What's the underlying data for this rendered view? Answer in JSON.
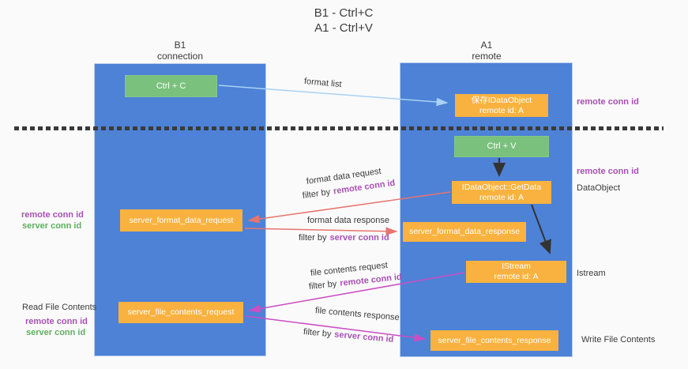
{
  "title": {
    "line1": "B1 - Ctrl+C",
    "line2": "A1 - Ctrl+V"
  },
  "lanes": {
    "left": {
      "header_line1": "B1",
      "header_line2": "connection"
    },
    "right": {
      "header_line1": "A1",
      "header_line2": "remote"
    }
  },
  "nodes": {
    "ctrl_c": "Ctrl + C",
    "ctrl_v": "Ctrl + V",
    "save_idataobject": {
      "line1": "保存IDataObject",
      "line2": "remote id: A"
    },
    "getdata": {
      "line1": "IDataObject::GetData",
      "line2": "remote id: A"
    },
    "istream": {
      "line1": "IStream",
      "line2": "remote id: A"
    },
    "server_format_data_request": "server_format_data_request",
    "server_format_data_response": "server_format_data_response",
    "server_file_contents_request": "server_file_contents_request",
    "server_file_contents_response": "server_file_contents_response"
  },
  "edge_labels": {
    "format_list": "format list",
    "format_data_request": "format data request",
    "format_data_response": "format data response",
    "file_contents_request": "file contents request",
    "file_contents_response": "file contents response",
    "filter_by": "filter by",
    "remote_conn_id": "remote conn id",
    "server_conn_id": "server conn id"
  },
  "side_labels": {
    "right_remote_conn_id_1": "remote conn id",
    "right_remote_conn_id_2": "remote conn id",
    "dataobject": "DataObject",
    "istream": "Istream",
    "write_file_contents": "Write File Contents",
    "left_remote_conn_id_1": "remote conn id",
    "left_server_conn_id_1": "server conn id",
    "read_file_contents": "Read File Contents",
    "left_remote_conn_id_2": "remote conn id",
    "left_server_conn_id_2": "server conn id"
  },
  "colors": {
    "lane_blue": "#4d82d6",
    "box_green": "#79c17c",
    "box_orange": "#f9b23f",
    "arrow_light_blue": "#a9d2f3",
    "arrow_salmon": "#e8746e",
    "arrow_magenta": "#cb4ec3",
    "arrow_black": "#333333",
    "label_purple": "#a850b4",
    "label_green": "#5faf60"
  }
}
